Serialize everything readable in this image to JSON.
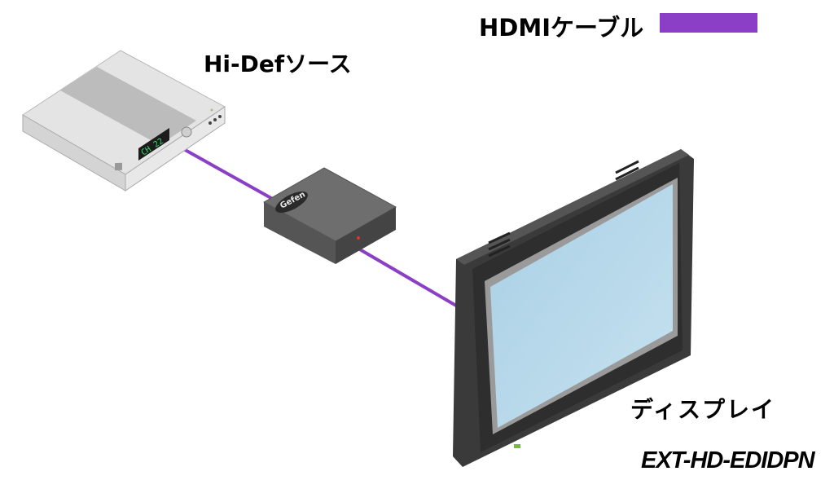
{
  "legend": {
    "cable_label": "HDMIケーブル",
    "cable_color": "#8b3fc7"
  },
  "source": {
    "label": "Hi-Defソース",
    "display_text": "CH 22"
  },
  "extender": {
    "logo_text": "Gefen"
  },
  "display": {
    "label": "ディスプレイ",
    "screen_color": "#b8d8ea"
  },
  "model": {
    "label": "EXT-HD-EDIDPN"
  }
}
